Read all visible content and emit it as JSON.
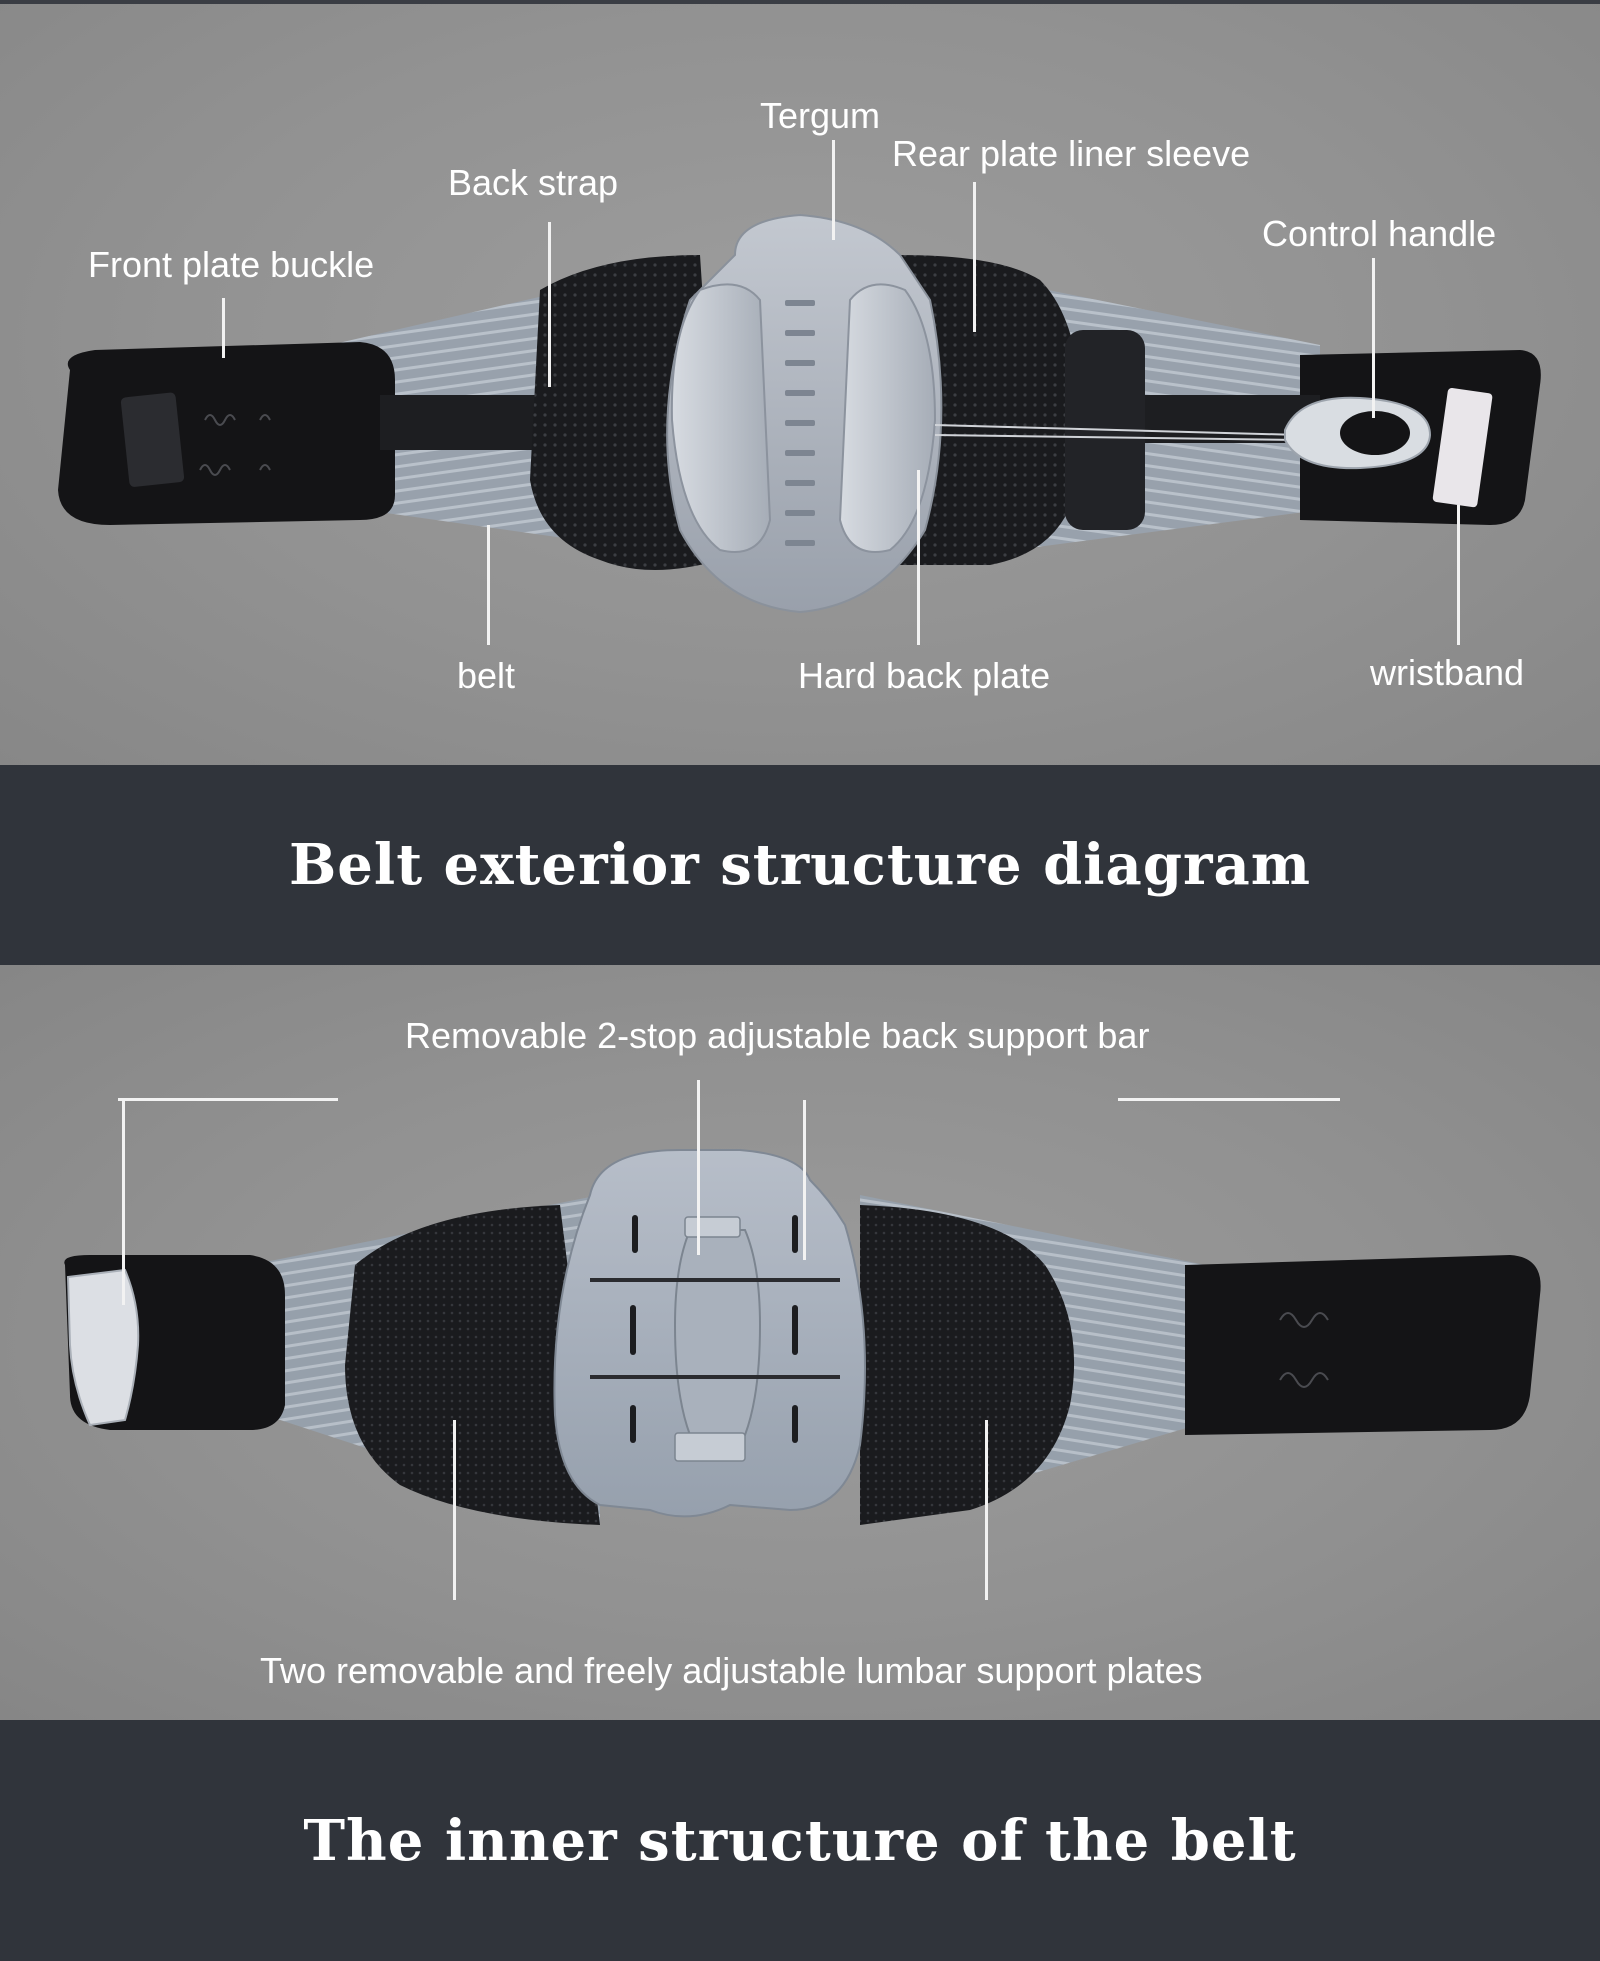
{
  "exterior": {
    "labels": {
      "tergum": "Tergum",
      "back_strap": "Back strap",
      "rear_plate_liner_sleeve": "Rear plate liner sleeve",
      "front_plate_buckle": "Front plate buckle",
      "control_handle": "Control handle",
      "belt": "belt",
      "hard_back_plate": "Hard back plate",
      "wristband": "wristband"
    },
    "title": "Belt exterior structure diagram"
  },
  "inner": {
    "labels": {
      "support_bar": "Removable 2-stop adjustable back support bar",
      "lumbar_plates": "Two removable and freely adjustable lumbar support plates"
    },
    "title": "The inner structure of the belt"
  },
  "colors": {
    "background": "#8e8e8e",
    "band": "#30343b",
    "pad": "#161719",
    "plate": "#a9afb9",
    "elastic": "#9aa3ae"
  }
}
